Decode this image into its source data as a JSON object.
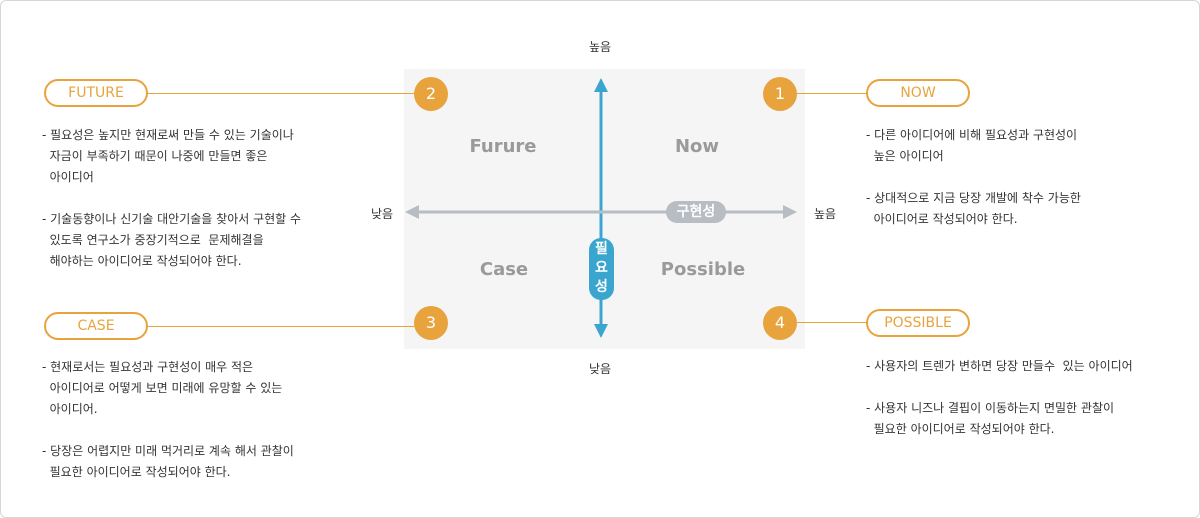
{
  "axis": {
    "vertical_top": "높음",
    "vertical_bottom": "낮음",
    "horizontal_left": "낮음",
    "horizontal_right": "높음",
    "vertical_name_chars": [
      "필",
      "요",
      "성"
    ],
    "horizontal_name": "구현성"
  },
  "quadrants": {
    "top_left": "Furure",
    "top_right": "Now",
    "bottom_left": "Case",
    "bottom_right": "Possible"
  },
  "markers": {
    "future": {
      "num": "2",
      "label": "FUTURE",
      "desc": "- 필요성은 높지만 현재로써 만들 수 있는 기술이나\n  자금이 부족하기 때문이 나중에 만들면 좋은\n  아이디어\n\n- 기술동향이나 신기술 대안기술을 찾아서 구현할 수\n  있도록 연구소가 중장기적으로  문제해결을\n  해야하는 아이디어로 작성되어야 한다."
    },
    "now": {
      "num": "1",
      "label": "NOW",
      "desc": "- 다른 아이디어에 비해 필요성과 구현성이\n  높은 아이디어\n\n- 상대적으로 지금 당장 개발에 착수 가능한\n  아이디어로 작성되어야 한다."
    },
    "case": {
      "num": "3",
      "label": "CASE",
      "desc": "- 현재로서는 필요성과 구현성이 매우 적은\n  아이디어로 어떻게 보면 미래에 유망할 수 있는\n  아이디어.\n\n- 당장은 어렵지만 미래 먹거리로 계속 해서 관찰이\n  필요한 아이디어로 작성되어야 한다."
    },
    "possible": {
      "num": "4",
      "label": "POSSIBLE",
      "desc": "- 사용자의 트렌가 변하면 당장 만들수  있는 아이디어\n\n- 사용자 니즈나 결핍이 이동하는지 면밀한 관찰이\n  필요한 아이디어로 작성되어야 한다."
    }
  },
  "colors": {
    "accent": "#e8a33d",
    "vertical_axis": "#3aa6cf",
    "horizontal_axis": "#b8bcc3",
    "quadrant_bg": "#f5f5f5",
    "quadrant_text": "#9a9a9a"
  }
}
